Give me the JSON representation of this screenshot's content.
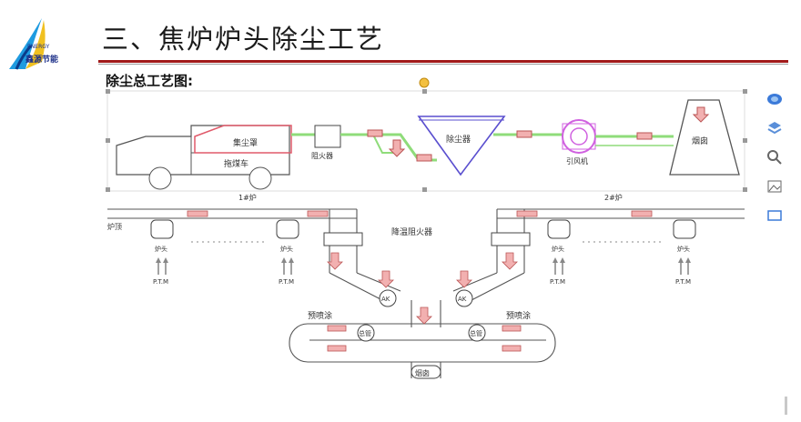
{
  "header": {
    "title": "三、焦炉炉头除尘工艺",
    "subtitle": "除尘总工艺图:",
    "logo_text": "鑫源节能",
    "logo_small": "ENERGY"
  },
  "top_process": {
    "hood_label": "集尘罩",
    "car_label": "拖煤车",
    "fire_label": "阻火器",
    "filter_label": "除尘器",
    "fan_label": "引风机",
    "stack_label": "烟囱",
    "left_bar_label": "1#炉",
    "right_bar_label": "2#炉"
  },
  "bottom_process": {
    "row_label": "炉顶",
    "cooler_label": "降温阻火器",
    "spray_left": "预喷涂",
    "spray_right": "预喷涂",
    "ring_label": "AK",
    "duct_label": "总管",
    "stack_label": "烟囱",
    "burner_label": "炉头",
    "vent_label": "P.T.M"
  },
  "colors": {
    "accent_red": "#a11a1a",
    "pipe_green": "#8fdc7a",
    "hood_red": "#e05a6a",
    "filter_blue": "#5a4fcf",
    "fan_magenta": "#d061e0",
    "arrow_fill": "#f2b0b0"
  },
  "icons": [
    "globe-icon",
    "layers-icon",
    "zoom-icon",
    "image-icon",
    "frame-icon"
  ]
}
